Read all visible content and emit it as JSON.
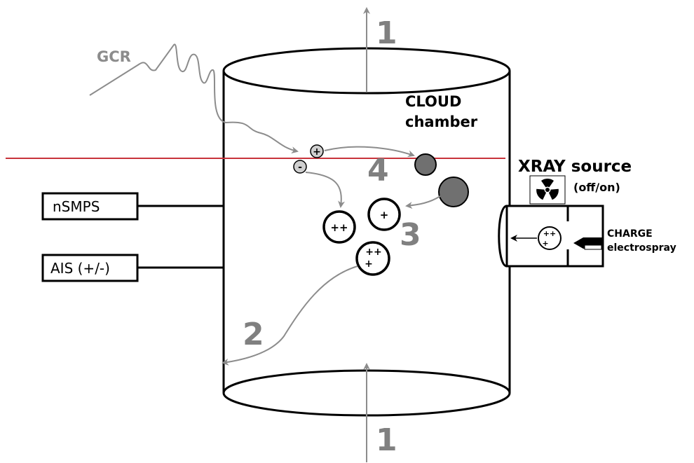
{
  "labels": {
    "gcr": "GCR",
    "cloud_line1": "CLOUD",
    "cloud_line2": "chamber",
    "xray": "XRAY source",
    "xray_state": "(off/on)",
    "nsmps": "nSMPS",
    "ais": "AIS (+/-)",
    "charge_line1": "CHARGE",
    "charge_line2": "electrospray"
  },
  "numbers": {
    "top_flow": "1",
    "bottom_flow": "1",
    "loss_wall": "2",
    "cluster_charge": "3",
    "ion_attach": "4"
  },
  "charges": {
    "ion_pos": "+",
    "ion_neg": "-",
    "cluster_a": "++",
    "cluster_b": "+",
    "cluster_c_top": "++",
    "cluster_c_bottom": "+",
    "spray_top": "++",
    "spray_bottom": "+"
  },
  "colors": {
    "outline": "#000000",
    "arrow": "#8c8c8c",
    "numbers": "#808080",
    "red_line": "#c8333b",
    "particle": "#707070",
    "ion_fill": "#cfcfcf"
  },
  "icons": [
    "radiation-icon",
    "electrospray-nozzle-icon"
  ]
}
